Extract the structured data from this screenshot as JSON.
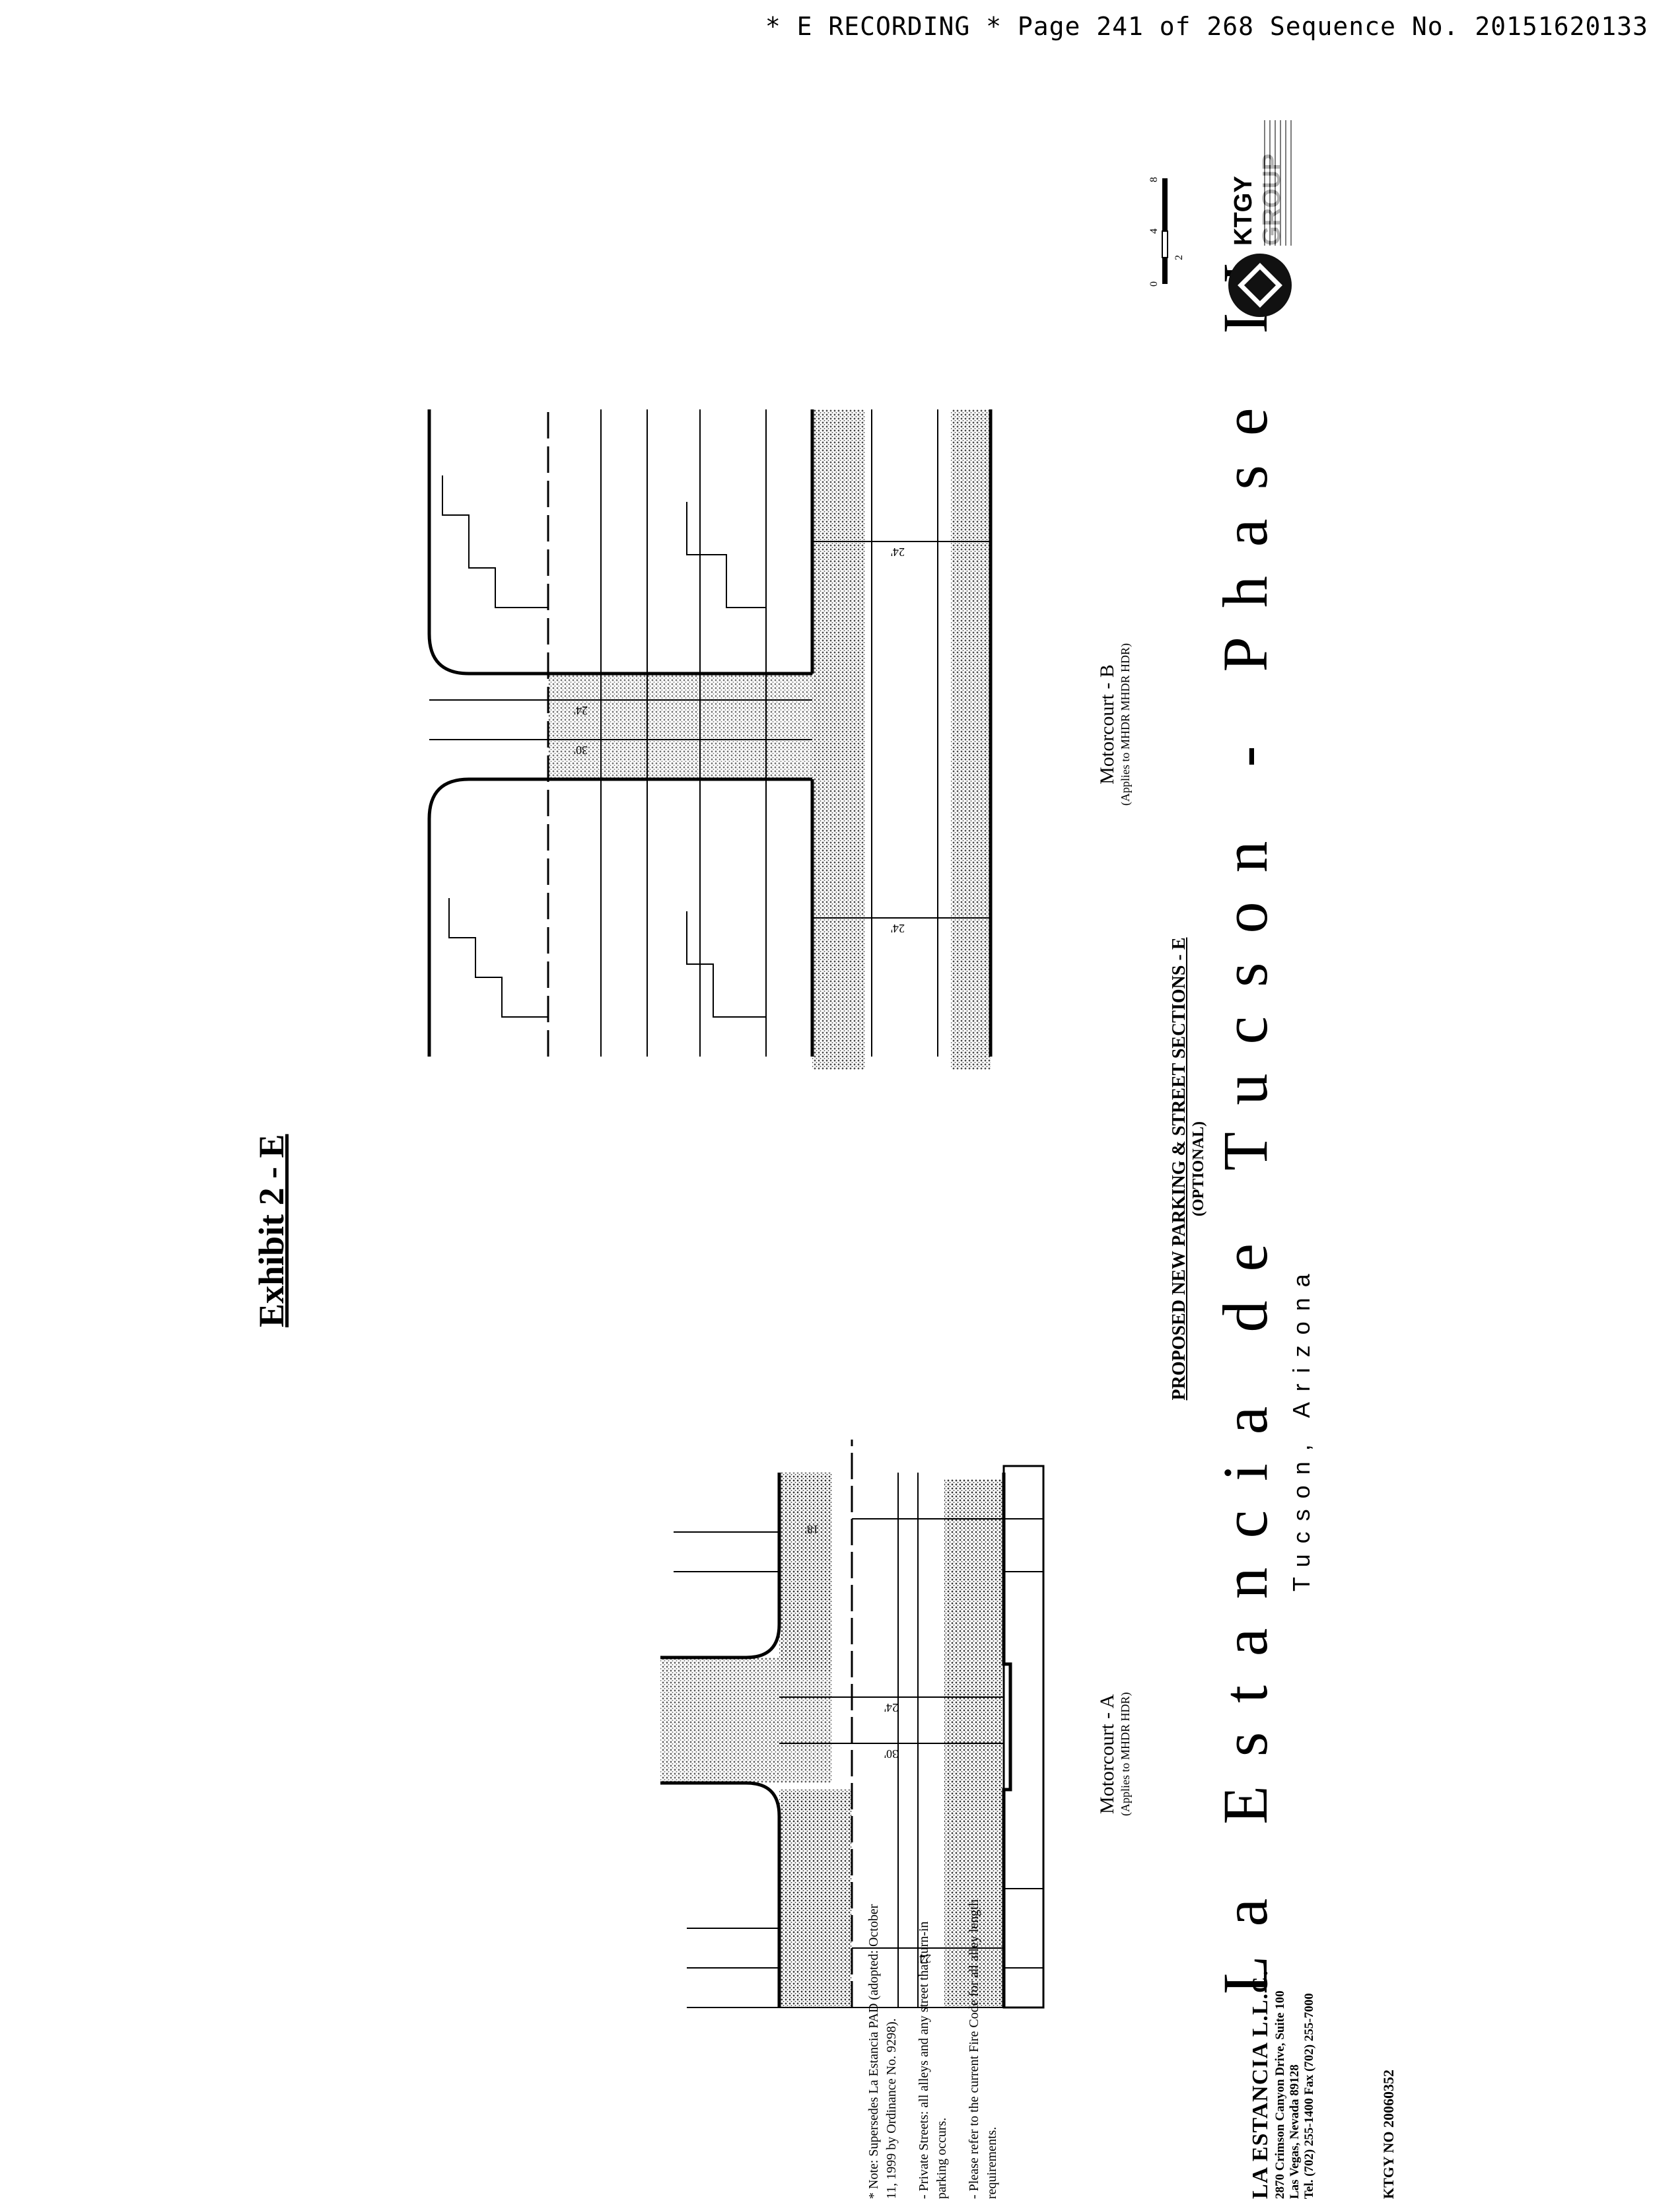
{
  "header": "* E RECORDING * Page 241 of 268 Sequence No. 20151620133",
  "exhibit_title": "Exhibit 2 - E",
  "plan_title": "PROPOSED NEW PARKING & STREET SECTIONS - E",
  "plan_subtitle": "(OPTIONAL)",
  "project_title": "La Estancia de Tucson - Phase II",
  "project_location": "Tucson, Arizona",
  "motorcourt_a": {
    "label": "Motorcourt - A",
    "note": "(Applies to MHDR HDR)"
  },
  "motorcourt_b": {
    "label": "Motorcourt - B",
    "note": "(Applies to MHDR MHDR HDR)"
  },
  "dimensions": {
    "d30": "30'",
    "d24": "24'",
    "d18": "18'"
  },
  "notes": [
    "* Note: Supersedes La Estancia PAD (adopted: October 11, 1999 by Ordinance No. 9298).",
    "- Private Streets: all alleys and any street that turn-in parking occurs.",
    "- Please refer to the current Fire Code for all alley length requirements."
  ],
  "developer": {
    "name": "LA ESTANCIA L.L.C.",
    "address1": "2870 Crimson Canyon Drive, Suite 100",
    "address2": "Las Vegas, Nevada 89128",
    "phone": "Tel. (702) 255-1400   Fax (702) 255-7000"
  },
  "ktgy_no": "KTGY NO 20060352",
  "logo_name": "KTGY GROUP",
  "scale_labels": [
    "0",
    "4",
    "8",
    "2"
  ]
}
